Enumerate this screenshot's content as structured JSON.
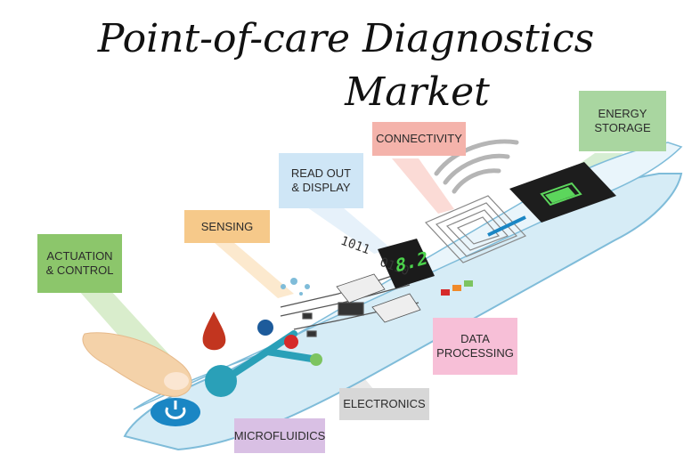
{
  "title": {
    "line1": "Point-of-care Diagnostics",
    "line2": "Market"
  },
  "labels": {
    "actuation": "ACTUATION\n& CONTROL",
    "sensing": "SENSING",
    "readout": "READ OUT\n& DISPLAY",
    "connectivity": "CONNECTIVITY",
    "energy": "ENERGY\nSTORAGE",
    "data_processing": "DATA\nPROCESSING",
    "electronics": "ELECTRONICS",
    "microfluidics": "MICROFLUIDICS"
  },
  "binary": {
    "top": "1011",
    "bottom": "0110"
  },
  "display_digits": "8.2",
  "colors": {
    "actuation": "#8cc66b",
    "sensing": "#f6c98a",
    "readout": "#cfe6f6",
    "connectivity": "#f4b3ab",
    "energy": "#a9d6a0",
    "data_processing": "#f7bfd7",
    "electronics": "#d7d7d7",
    "microfluidics": "#d9c0e4",
    "strip": "#d6ecf6",
    "strip_edge": "#7fbcd9"
  }
}
